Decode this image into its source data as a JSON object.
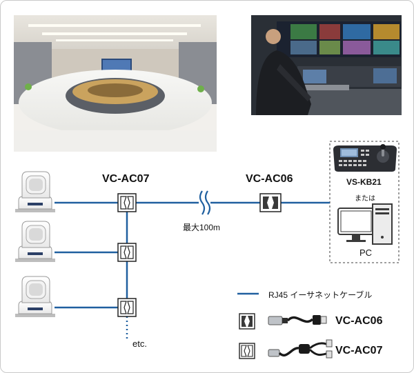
{
  "labels": {
    "ac07_top": "VC-AC07",
    "ac06_top": "VC-AC06",
    "distance": "最大100m",
    "keyboard": "VS-KB21",
    "or": "または",
    "pc": "PC",
    "etc": "etc."
  },
  "legend": {
    "cable": "RJ45 イーサネットケーブル",
    "ac06": "VC-AC06",
    "ac07": "VC-AC07"
  },
  "colors": {
    "cable": "#1f5f9f",
    "dashed_border": "#666666"
  },
  "icons": {
    "camera": "ptz-camera-icon",
    "keyboard": "camera-controller-keyboard-icon",
    "pc": "desktop-pc-icon",
    "ac06": "vc-ac06-adapter-icon",
    "ac07": "vc-ac07-splitter-icon"
  }
}
